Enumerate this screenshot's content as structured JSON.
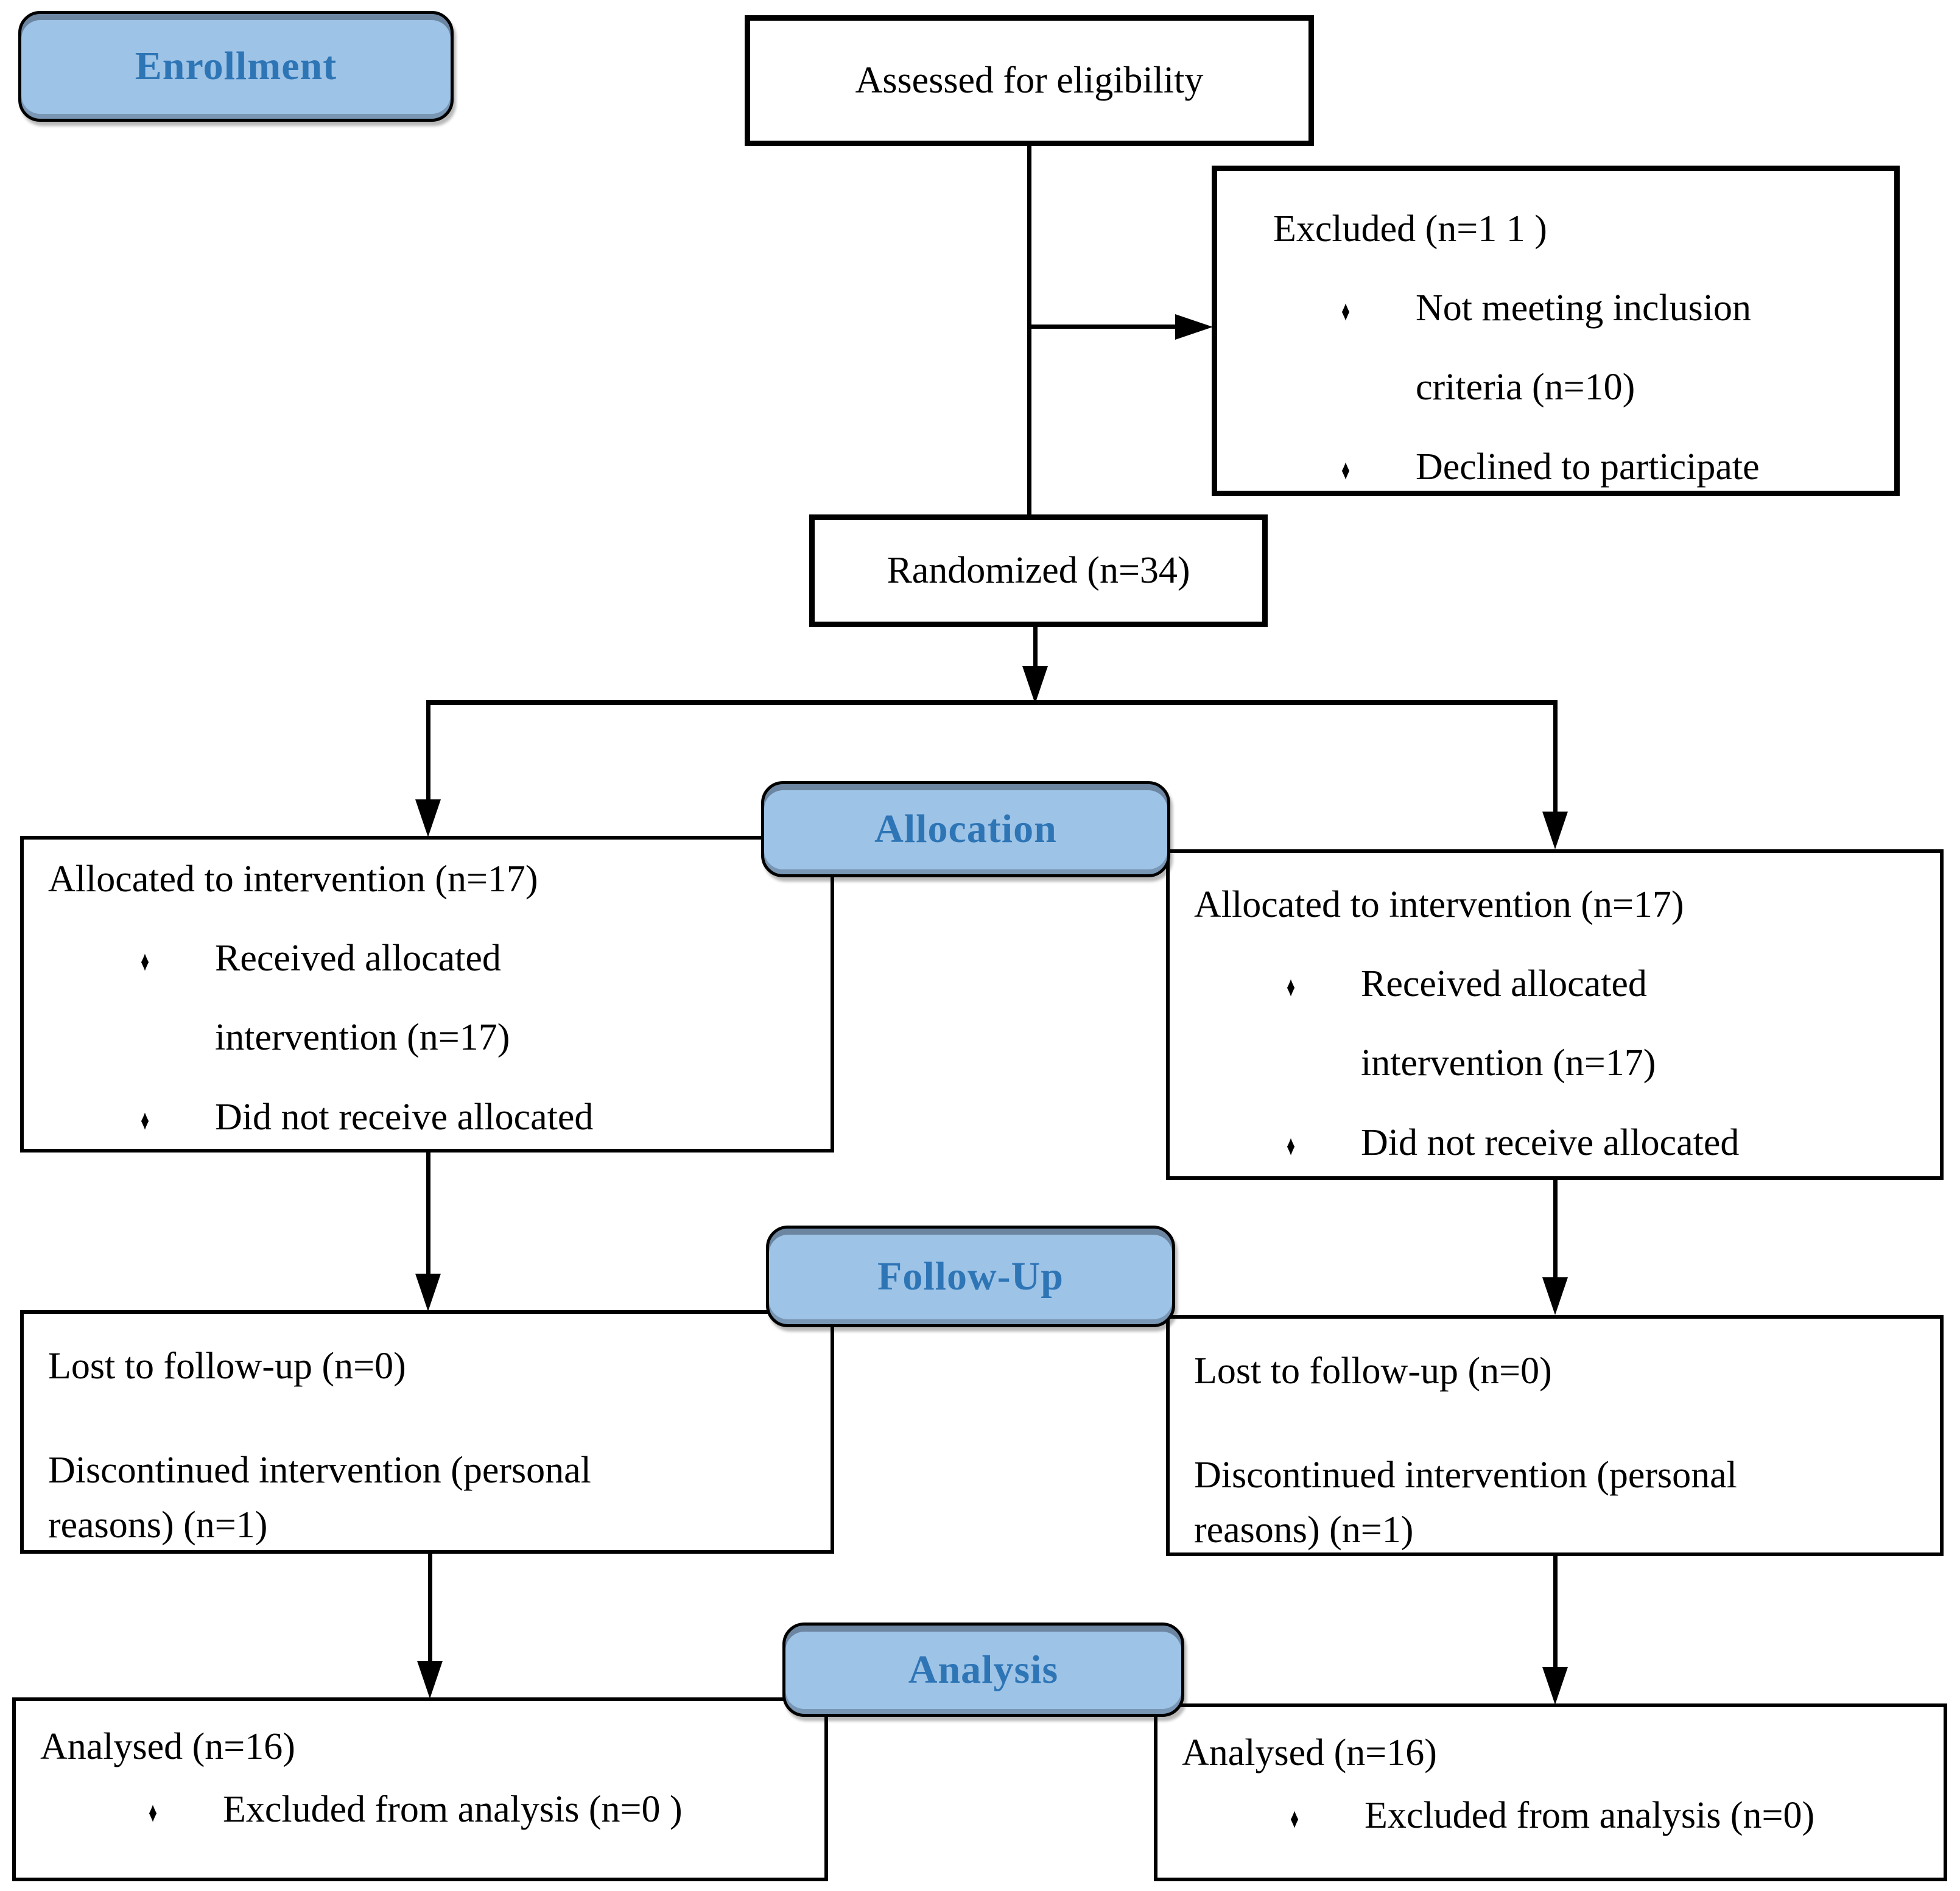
{
  "stage_labels": {
    "enrollment": "Enrollment",
    "allocation": "Allocation",
    "followup": "Follow-Up",
    "analysis": "Analysis"
  },
  "boxes": {
    "assessed": {
      "text": "Assessed for eligibility"
    },
    "excluded": {
      "title": "Excluded (n=1 1 )",
      "bullets": [
        {
          "lines": [
            "Not meeting inclusion",
            "criteria (n=10)"
          ]
        },
        {
          "lines": [
            "Declined to participate"
          ]
        }
      ]
    },
    "randomized": {
      "text": "Randomized (n=34)"
    },
    "allocation_left": {
      "title": "Allocated to intervention (n=17)",
      "bullets": [
        {
          "lines": [
            "Received allocated",
            "intervention (n=17)"
          ]
        },
        {
          "lines": [
            "Did not receive allocated"
          ]
        }
      ]
    },
    "allocation_right": {
      "title": "Allocated to intervention (n=17)",
      "bullets": [
        {
          "lines": [
            "Received allocated",
            "intervention (n=17)"
          ]
        },
        {
          "lines": [
            "Did not receive allocated"
          ]
        }
      ]
    },
    "followup_left": {
      "line1": "Lost to follow-up (n=0)",
      "para_lines": [
        "Discontinued intervention (personal",
        "reasons) (n=1)"
      ]
    },
    "followup_right": {
      "line1": "Lost to follow-up (n=0)",
      "para_lines": [
        "Discontinued intervention (personal",
        "reasons) (n=1)"
      ]
    },
    "analysis_left": {
      "title": "Analysed (n=16)",
      "bullets": [
        {
          "lines": [
            "Excluded from analysis (n=0 )"
          ]
        }
      ]
    },
    "analysis_right": {
      "title": "Analysed (n=16)",
      "bullets": [
        {
          "lines": [
            "Excluded from analysis (n=0)"
          ]
        }
      ]
    }
  },
  "icons": {
    "bullet": "♦"
  },
  "colors": {
    "stage_fill": "#9DC3E6",
    "stage_text": "#2E75B6",
    "line_color": "#000000",
    "box_bg": "#FFFFFF"
  }
}
